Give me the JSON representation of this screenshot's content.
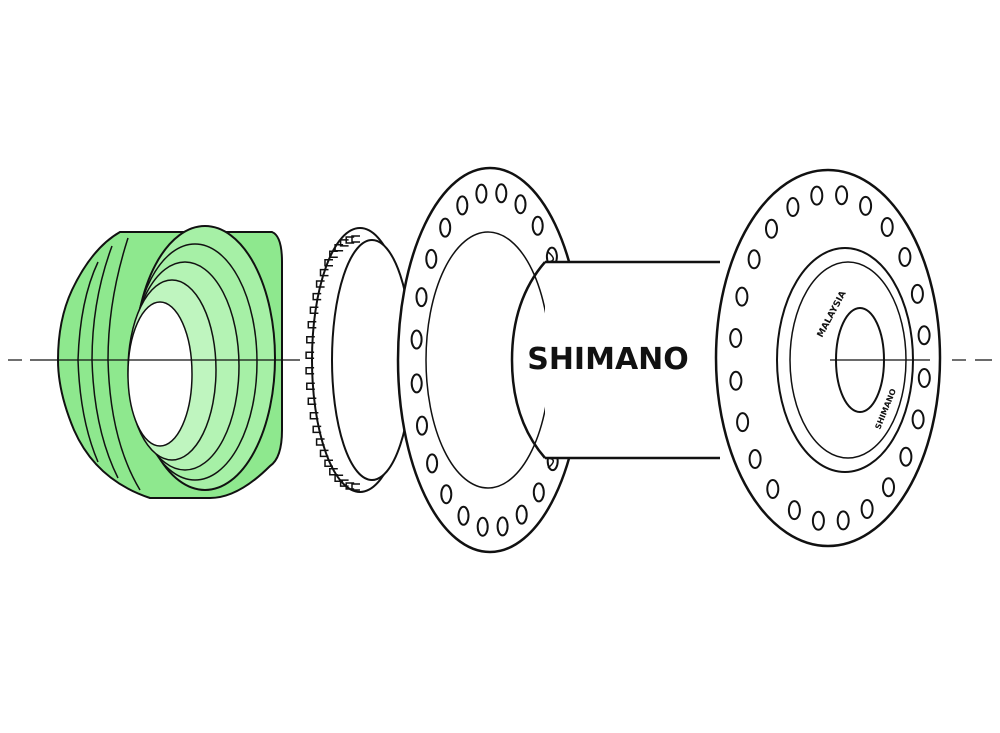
{
  "hub": {
    "brand_text": "SHIMANO",
    "flange_text_top": "MALAYSIA",
    "flange_text_bottom": "SHIMANO",
    "highlight_color": "#8ee88e",
    "line_color": "#111111"
  }
}
